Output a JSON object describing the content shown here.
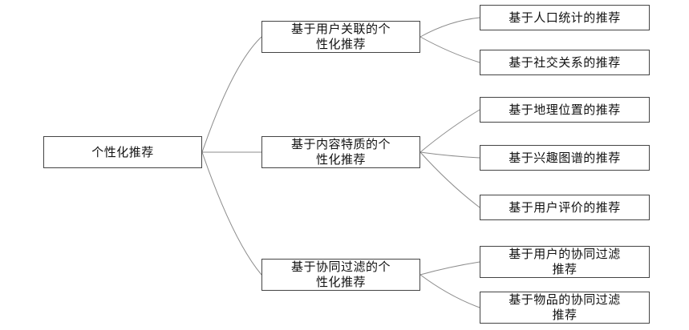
{
  "diagram": {
    "root": {
      "label": "个性化推荐"
    },
    "branches": [
      {
        "label_lines": [
          "基于用户关联的个",
          "性化推荐"
        ],
        "children": [
          {
            "label_lines": [
              "基于人口统计的推荐"
            ]
          },
          {
            "label_lines": [
              "基于社交关系的推荐"
            ]
          }
        ]
      },
      {
        "label_lines": [
          "基于内容特质的个",
          "性化推荐"
        ],
        "children": [
          {
            "label_lines": [
              "基于地理位置的推荐"
            ]
          },
          {
            "label_lines": [
              "基于兴趣图谱的推荐"
            ]
          },
          {
            "label_lines": [
              "基于用户评价的推荐"
            ]
          }
        ]
      },
      {
        "label_lines": [
          "基于协同过滤的个",
          "性化推荐"
        ],
        "children": [
          {
            "label_lines": [
              "基于用户的协同过滤",
              "推荐"
            ]
          },
          {
            "label_lines": [
              "基于物品的协同过滤",
              "推荐"
            ]
          }
        ]
      }
    ]
  },
  "colors": {
    "line": "#8c8c8c",
    "box_border": "#444444",
    "text": "#111111"
  }
}
